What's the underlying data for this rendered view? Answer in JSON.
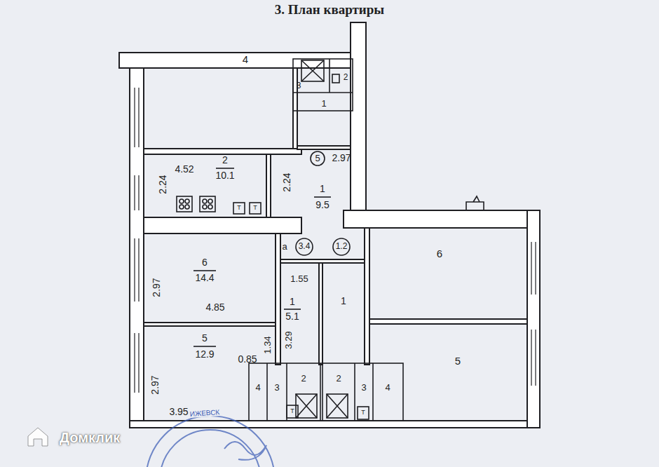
{
  "diagram": {
    "title": "3. План квартиры",
    "labels": [
      "4",
      "3",
      "2",
      "1",
      "5",
      "2.97",
      "4.52",
      "2",
      "10.1",
      "2.24",
      "2.24",
      "1",
      "9.5",
      "а",
      "3.4",
      "1.2",
      "6",
      "14.4",
      "2.97",
      "4.85",
      "1.55",
      "1",
      "5.1",
      "3.29",
      "1.34",
      "0.85",
      "1",
      "6",
      "5",
      "12.9",
      "2.97",
      "3.95",
      "5",
      "4",
      "3",
      "2",
      "2",
      "3",
      "4",
      "Т",
      "Т",
      "Т",
      "Т",
      "ИЖЕВСК",
      "Домклик"
    ]
  }
}
